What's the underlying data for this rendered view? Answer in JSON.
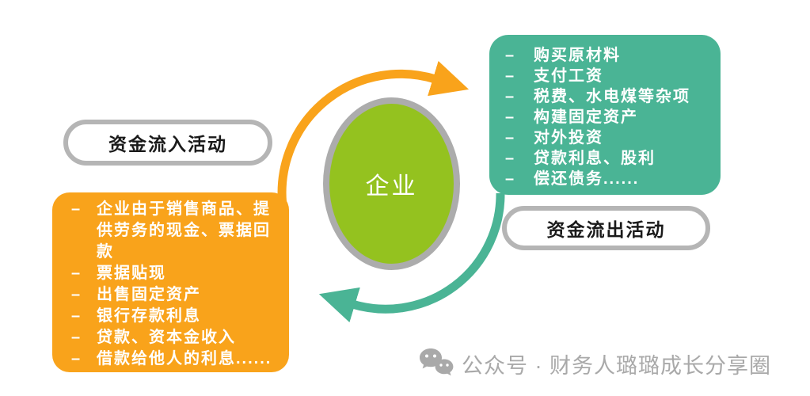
{
  "center": {
    "label": "企业"
  },
  "bullet": "–",
  "inflow": {
    "pill_label": "资金流入活动",
    "items": [
      "企业由于销售商品、提供劳务的现金、票据回款",
      "票据贴现",
      "出售固定资产",
      "银行存款利息",
      "贷款、资本金收入",
      "借款给他人的利息......"
    ]
  },
  "outflow": {
    "pill_label": "资金流出活动",
    "items": [
      "购买原材料",
      "支付工资",
      "税费、水电煤等杂项",
      "构建固定资产",
      "对外投资",
      "贷款利息、股利",
      "偿还债务......"
    ]
  },
  "watermark": {
    "text": "公众号 · 财务人璐璐成长分享圈"
  },
  "colors": {
    "inflow_orange": "#F9A31B",
    "outflow_teal": "#4AB495",
    "enterprise_green": "#94C21F",
    "ring_gray": "#ACACAC",
    "pill_border_gray": "#B5B5B5",
    "watermark_gray": "#A9A9A9"
  }
}
